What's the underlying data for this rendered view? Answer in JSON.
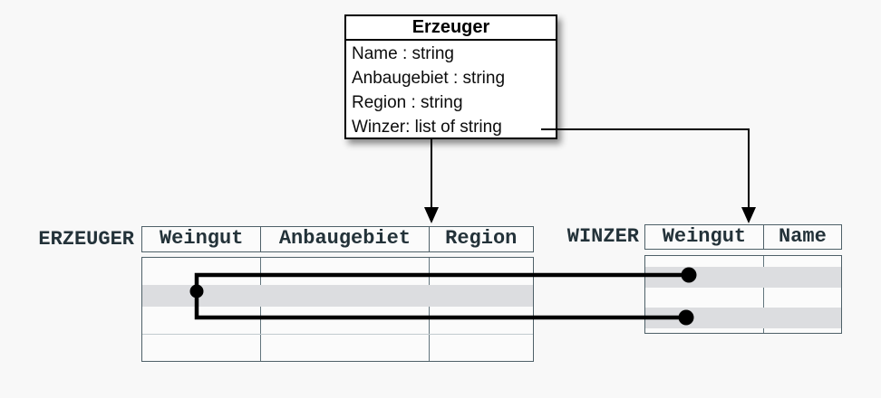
{
  "diagram": {
    "class_box": {
      "title": "Erzeuger",
      "attributes": [
        "Name : string",
        "Anbaugebiet : string",
        "Region : string",
        "Winzer: list of string"
      ]
    },
    "erzeuger_table": {
      "label": "ERZEUGER",
      "columns": [
        "Weingut",
        "Anbaugebiet",
        "Region"
      ],
      "highlighted_rows": 1,
      "body_rows": 4
    },
    "winzer_table": {
      "label": "WINZER",
      "columns": [
        "Weingut",
        "Name"
      ],
      "highlighted_rows": 2,
      "body_rows": 4
    },
    "colors": {
      "background": "#f8f8f8",
      "table_border": "#4e6068",
      "row_highlight": "#dcdde0",
      "header_text": "#233239",
      "connector": "#000000",
      "class_box_fill": "#ffffff"
    }
  }
}
